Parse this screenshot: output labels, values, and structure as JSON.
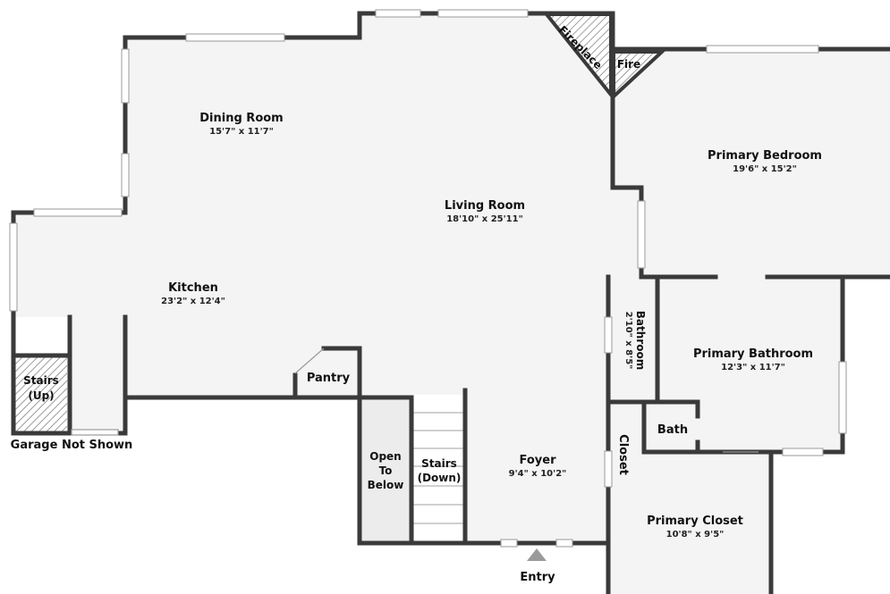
{
  "rooms": {
    "dining_room": {
      "name": "Dining Room",
      "dims": "15'7\" x 11'7\""
    },
    "living_room": {
      "name": "Living Room",
      "dims": "18'10\" x 25'11\""
    },
    "kitchen": {
      "name": "Kitchen",
      "dims": "23'2\" x 12'4\""
    },
    "primary_bedroom": {
      "name": "Primary Bedroom",
      "dims": "19'6\" x 15'2\""
    },
    "primary_bathroom": {
      "name": "Primary Bathroom",
      "dims": "12'3\" x 11'7\""
    },
    "bathroom": {
      "name": "Bathroom",
      "dims": "2'10\" x 8'5\""
    },
    "foyer": {
      "name": "Foyer",
      "dims": "9'4\" x 10'2\""
    },
    "primary_closet": {
      "name": "Primary Closet",
      "dims": "10'8\" x 9'5\""
    }
  },
  "labels": {
    "fireplace": "Fireplace",
    "fire": "Fire",
    "pantry": "Pantry",
    "bath": "Bath",
    "closet": "Closet",
    "stairs_up": [
      "Stairs",
      "(Up)"
    ],
    "stairs_down": [
      "Stairs",
      "(Down)"
    ],
    "open_to_below": [
      "Open",
      "To",
      "Below"
    ],
    "garage_not_shown": "Garage Not Shown",
    "entry": "Entry"
  }
}
